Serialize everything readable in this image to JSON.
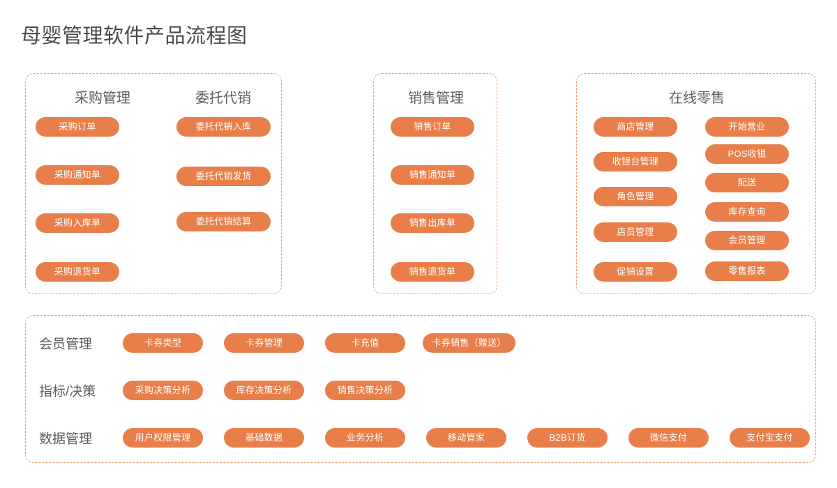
{
  "title": "母婴管理软件产品流程图",
  "colors": {
    "pill": "#e87f4a",
    "panel_border": "#ef9a6a",
    "heading_text": "#5e5e5e",
    "title_text": "#4a4a4a",
    "background": "#ffffff"
  },
  "panels": [
    {
      "id": "panel-procurement-consignment",
      "columns": [
        {
          "heading": "采购管理",
          "items": [
            "采购订单",
            "采购通知单",
            "采购入库单",
            "采购退货单"
          ]
        },
        {
          "heading": "委托代销",
          "items": [
            "委托代销入库",
            "委托代销发货",
            "委托代销结算"
          ]
        }
      ]
    },
    {
      "id": "panel-sales",
      "columns": [
        {
          "heading": "销售管理",
          "items": [
            "销售订单",
            "销售通知单",
            "销售出库单",
            "销售退货单"
          ]
        }
      ]
    },
    {
      "id": "panel-online-retail",
      "columns": [
        {
          "heading": "在线零售",
          "items": [
            "商店管理",
            "收银台管理",
            "角色管理",
            "店员管理",
            "促销设置"
          ]
        },
        {
          "heading": "",
          "items": [
            "开始营业",
            "POS收银",
            "配送",
            "库存查询",
            "会员管理",
            "零售报表"
          ]
        }
      ]
    }
  ],
  "bottom_panel": {
    "id": "panel-common",
    "rows": [
      {
        "label": "会员管理",
        "items": [
          "卡券类型",
          "卡券管理",
          "卡充值",
          "卡券销售（赠送）"
        ]
      },
      {
        "label": "指标/决策",
        "items": [
          "采购决策分析",
          "库存决策分析",
          "销售决策分析"
        ]
      },
      {
        "label": "数据管理",
        "items": [
          "用户权限管理",
          "基础数据",
          "业务分析",
          "移动管家",
          "B2B订货",
          "微信支付",
          "支付宝支付"
        ]
      }
    ]
  }
}
